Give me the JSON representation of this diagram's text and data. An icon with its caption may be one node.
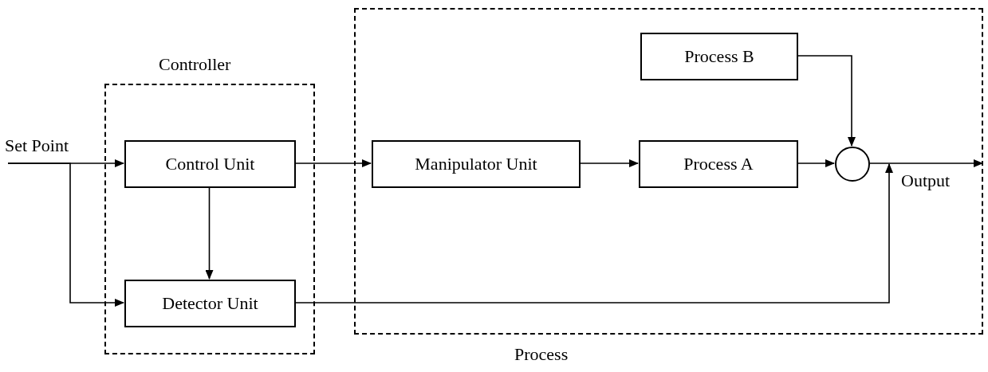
{
  "diagram": {
    "nodes": [
      {
        "text": [
          "Controller"
        ]
      },
      {
        "text": [
          "Process"
        ]
      },
      {
        "text": [
          "Set Point"
        ]
      },
      {
        "text": [
          "Control Unit"
        ],
        "in": 0
      },
      {
        "text": [
          "Detector Unit"
        ],
        "in": 0
      },
      {
        "text": [
          "Manipulator Unit"
        ],
        "in": 1
      },
      {
        "text": [
          "Process A"
        ],
        "in": 1
      },
      {
        "text": [
          "Process B"
        ],
        "in": 1
      },
      {
        "text": [],
        "shape": "circle",
        "in": 1
      }
    ],
    "edges": [
      {
        "from": 2,
        "to": 3,
        "arrow": "to"
      },
      {
        "from": 2,
        "to": 4,
        "arrow": "to"
      },
      {
        "from": 3,
        "to": 4,
        "arrow": "to"
      },
      {
        "from": 3,
        "to": 5,
        "arrow": "to"
      },
      {
        "from": 5,
        "to": 6,
        "arrow": "to"
      },
      {
        "from": 6,
        "to": 8,
        "arrow": "to"
      },
      {
        "from": 7,
        "to": 8,
        "arrow": "to"
      },
      {
        "from": 8,
        "to": null,
        "arrow": "to"
      },
      {
        "from": 4,
        "to": 8,
        "arrow": "to"
      }
    ],
    "labels": [
      "Output"
    ]
  }
}
